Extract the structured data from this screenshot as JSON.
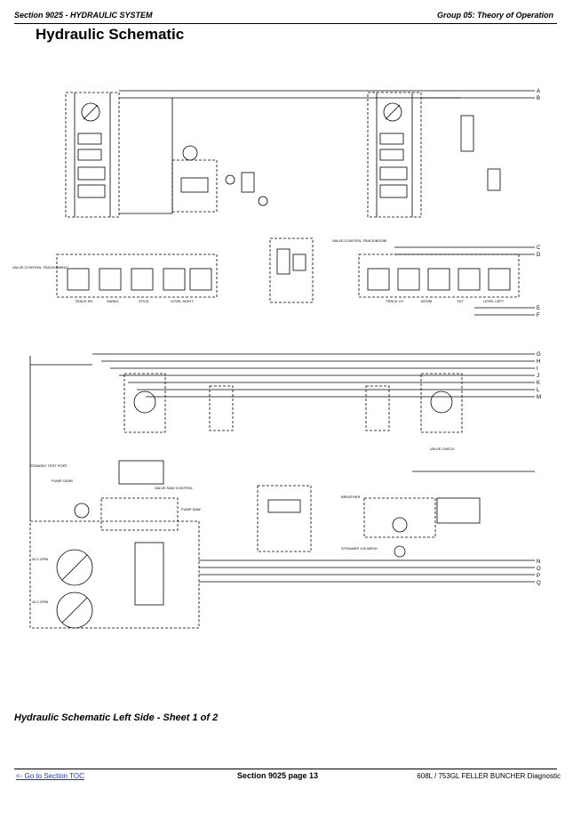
{
  "header": {
    "section": "Section 9025 - HYDRAULIC SYSTEM",
    "group": "Group 05: Theory of Operation"
  },
  "title": "Hydraulic Schematic",
  "caption": "Hydraulic Schematic Left Side - Sheet 1 of 2",
  "footer": {
    "toc_link": "<- Go to Section TOC",
    "page": "Section 9025 page 13",
    "doc": "608L / 753GL FELLER BUNCHER Diagnostic"
  },
  "schematic": {
    "edge_labels": [
      "A",
      "B",
      "C",
      "D",
      "E",
      "F",
      "G",
      "H",
      "I",
      "J",
      "K",
      "L",
      "M",
      "N",
      "O",
      "P",
      "Q"
    ],
    "section_labels": {
      "valve_left": "TRACK RH",
      "valve_swing": "SWING",
      "valve_stick": "STICK",
      "valve_level": "LEVEL SIGHT",
      "valve_track_lh": "TRACK LH",
      "valve_boom": "BOOM",
      "valve_tilt": "TILT",
      "valve_level_left": "LEVEL LEFT",
      "pump_gear": "PUMP GEAR",
      "standby": "STANDBY TEST PORT",
      "flow1": "40.2 GPM",
      "flow2": "40.2 GPM",
      "strainer": "STRAINER 100 MESH",
      "breather": "BREATHER",
      "pump_saw": "PUMP SAW",
      "valve_saw": "VALVE SAW CONTROL",
      "valve_check": "VALVE-CHECK",
      "valve_left_title": "VALVE-CONTROL TRACK/SWING",
      "valve_right_title": "VALVE-CONTROL TRACK/BOOM"
    }
  }
}
